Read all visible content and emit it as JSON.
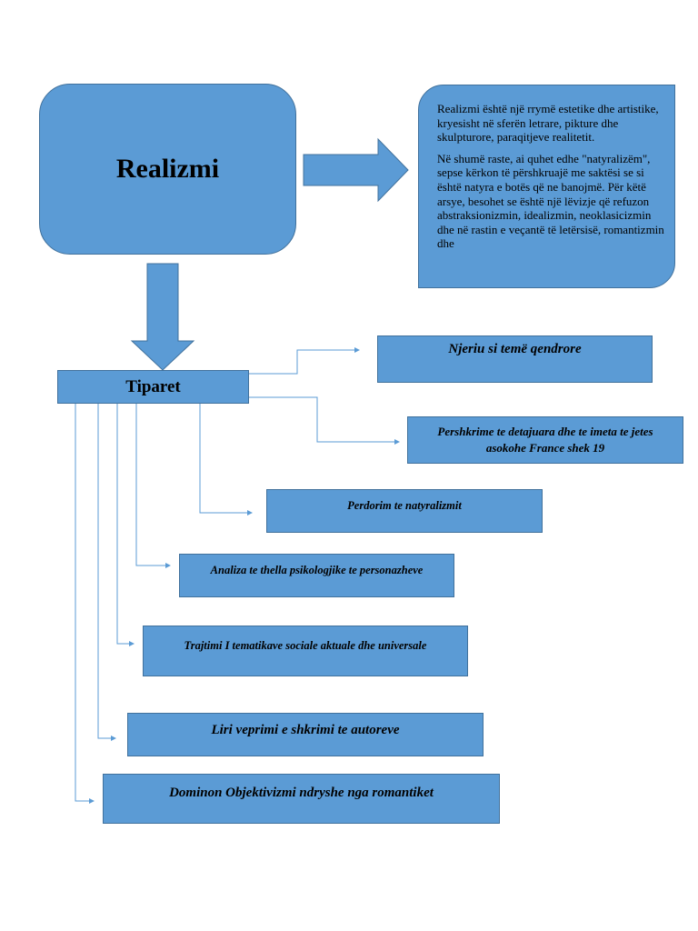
{
  "main_title": "Realizmi",
  "description": {
    "paragraph1": "Realizmi është një rrymë estetike dhe artistike, kryesisht në sferën letrare, pikture dhe skulpturore, paraqitjeve realitetit.",
    "paragraph2": "Në shumë raste, ai quhet edhe \"natyralizëm\", sepse kërkon të përshkruajë me saktësi se si është natyra e botës që ne banojmë. Për këtë arsye, besohet se është një lëvizje që refuzon abstraksionizmin, idealizmin, neoklasicizmin dhe në rastin e veçantë të letërsisë, romantizmin dhe"
  },
  "features_title": "Tiparet",
  "features": [
    "Njeriu si temë qendrore",
    "Pershkrime te detajuara dhe te imeta te jetes asokohe  France  shek 19",
    "Perdorim te natyralizmit",
    "Analiza te thella psikologjike te personazheve",
    "Trajtimi I tematikave sociale aktuale dhe universale",
    "Liri veprimi e shkrimi te autoreve",
    "Dominon Objektivizmi ndryshe nga romantiket"
  ],
  "colors": {
    "box_fill": "#5b9bd5",
    "box_border": "#41719c",
    "connector": "#5b9bd5"
  }
}
